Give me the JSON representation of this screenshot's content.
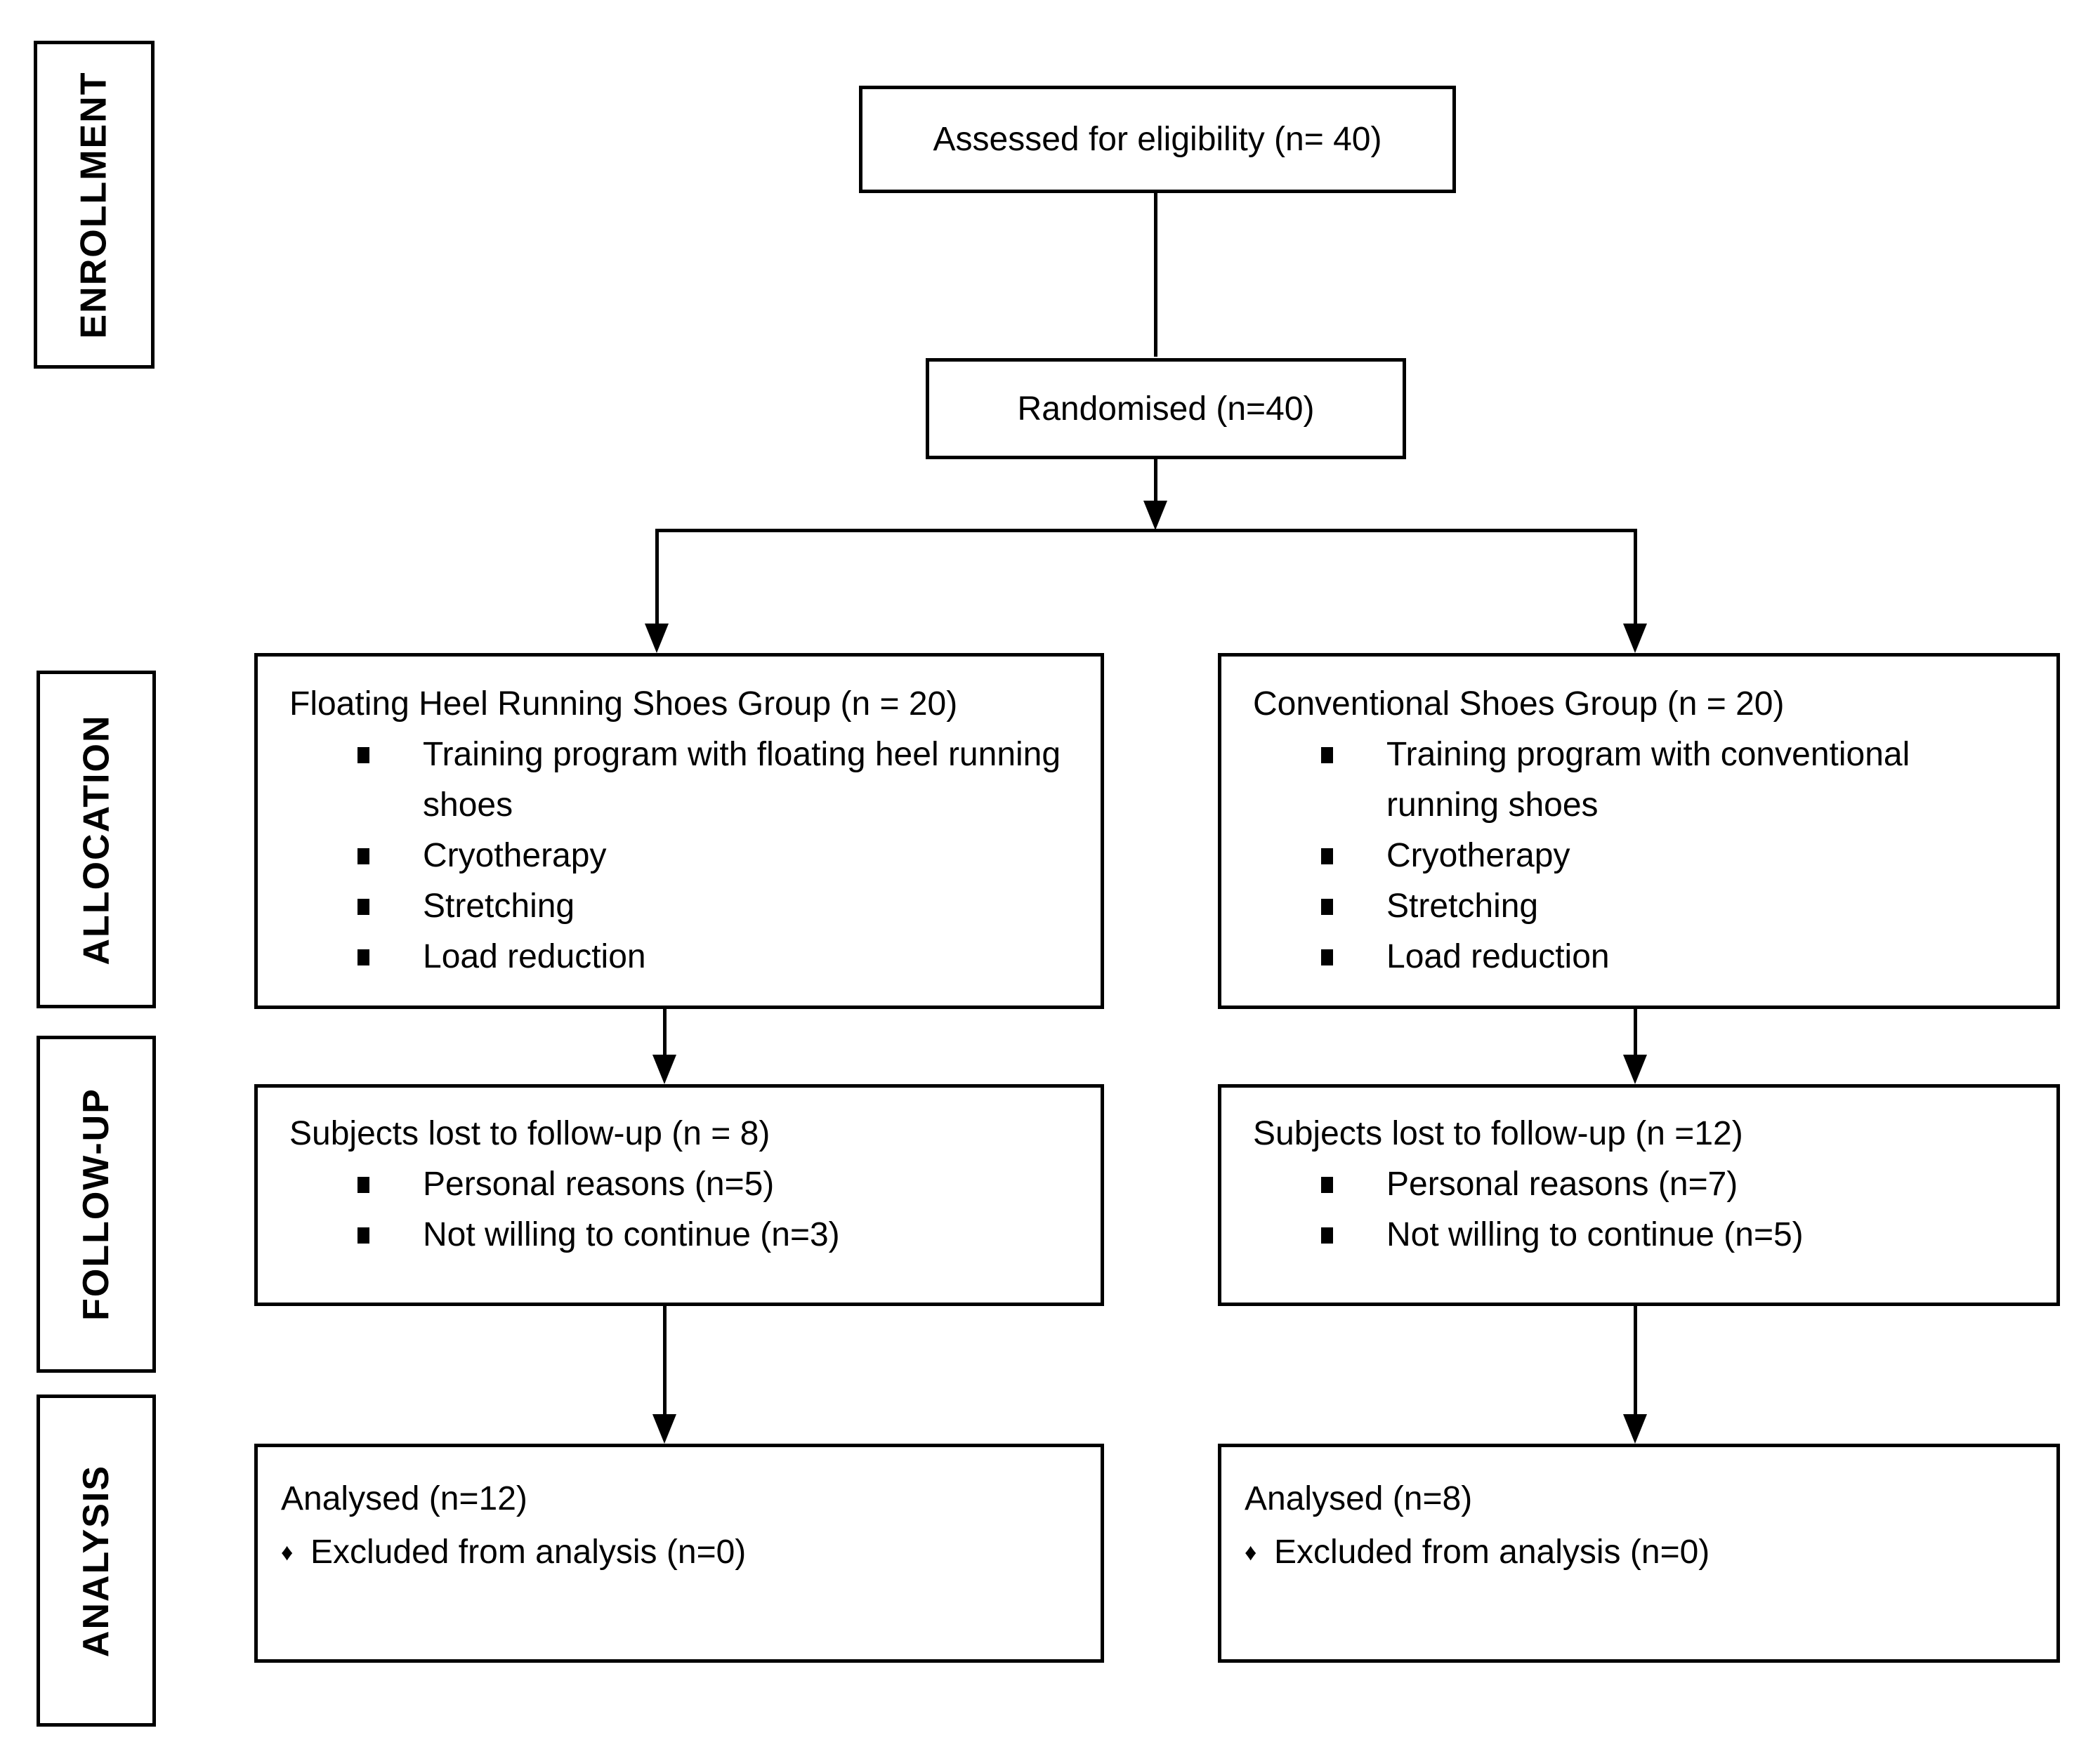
{
  "stage_labels": [
    {
      "id": "enrollment",
      "label": "ENROLLMENT"
    },
    {
      "id": "allocation",
      "label": "ALLOCATION"
    },
    {
      "id": "followup",
      "label": "FOLLOW-UP"
    },
    {
      "id": "analysis",
      "label": "ANALYSIS"
    }
  ],
  "boxes": {
    "assessed": {
      "text": "Assessed for eligibility (n= 40)"
    },
    "randomised": {
      "text": "Randomised (n=40)"
    },
    "allocation_left": {
      "title": "Floating Heel Running Shoes Group (n = 20)",
      "bullets": [
        "Training program with floating heel running shoes",
        "Cryotherapy",
        "Stretching",
        "Load reduction"
      ]
    },
    "allocation_right": {
      "title": "Conventional Shoes Group (n = 20)",
      "bullets": [
        "Training program with conventional running shoes",
        "Cryotherapy",
        "Stretching",
        "Load reduction"
      ]
    },
    "followup_left": {
      "title": "Subjects lost to follow-up (n = 8)",
      "bullets": [
        "Personal reasons (n=5)",
        "Not willing to continue (n=3)"
      ]
    },
    "followup_right": {
      "title": "Subjects lost to follow-up (n =12)",
      "bullets": [
        "Personal reasons (n=7)",
        "Not willing to continue (n=5)"
      ]
    },
    "analysis_left": {
      "title": "Analysed (n=12)",
      "bullets": [
        "Excluded from analysis (n=0)"
      ]
    },
    "analysis_right": {
      "title": "Analysed (n=8)",
      "bullets": [
        "Excluded from analysis (n=0)"
      ]
    }
  },
  "icons": {
    "square_bullet_shape": "black-square",
    "diamond_bullet_glyph": "♦"
  },
  "colors": {
    "background": "#ffffff",
    "line": "#000000",
    "text": "#000000"
  }
}
